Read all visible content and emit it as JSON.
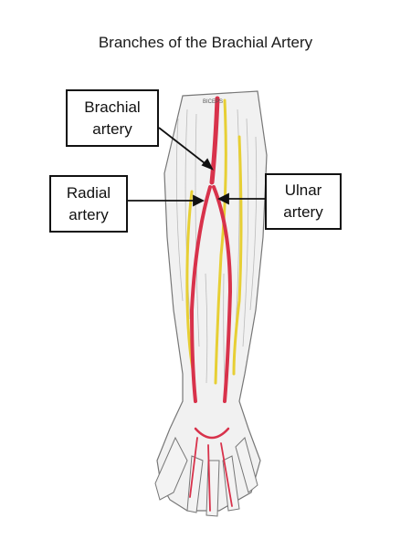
{
  "title": "Branches of the Brachial Artery",
  "labels": {
    "brachial": "Brachial\nartery",
    "radial": "Radial\nartery",
    "ulnar": "Ulnar\nartery"
  },
  "figure_caption_tags": [
    "BICEPS"
  ],
  "colors": {
    "artery": "#d8324b",
    "nerve": "#e7cf34",
    "muscle": "#c9c9c9",
    "outline": "#777777"
  }
}
